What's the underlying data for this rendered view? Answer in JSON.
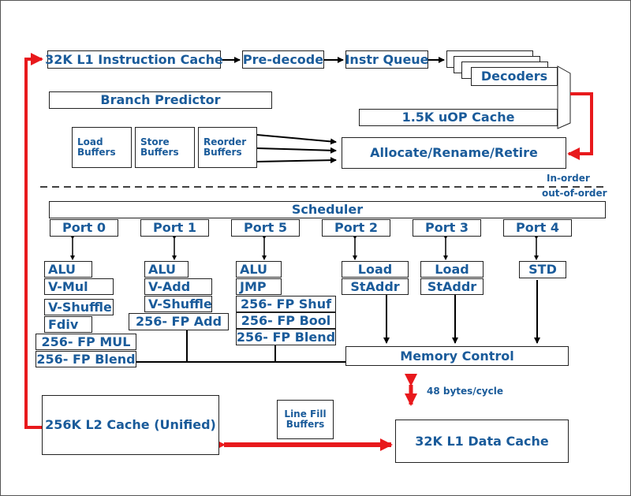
{
  "frontend": {
    "l1i": "32K L1 Instruction Cache",
    "predecode": "Pre-decode",
    "instr_queue": "Instr Queue",
    "decoders": "Decoders",
    "branch_predictor": "Branch Predictor",
    "uop_cache": "1.5K uOP Cache",
    "load_buffers": "Load Buffers",
    "store_buffers": "Store Buffers",
    "reorder_buffers": "Reorder Buffers",
    "allocate": "Allocate/Rename/Retire",
    "in_order": "In-order",
    "out_of_order": "out-of-order"
  },
  "scheduler": "Scheduler",
  "ports": [
    "Port 0",
    "Port 1",
    "Port 5",
    "Port 2",
    "Port 3",
    "Port 4"
  ],
  "units": {
    "port0": [
      "ALU",
      "V-Mul",
      "V-Shuffle",
      "Fdiv",
      "256- FP MUL",
      "256- FP Blend"
    ],
    "port1": [
      "ALU",
      "V-Add",
      "V-Shuffle",
      "256- FP Add"
    ],
    "port5": [
      "ALU",
      "JMP",
      "256- FP Shuf",
      "256- FP Bool",
      "256- FP Blend"
    ],
    "port2": [
      "Load",
      "StAddr"
    ],
    "port3": [
      "Load",
      "StAddr"
    ],
    "port4": [
      "STD"
    ]
  },
  "memory": {
    "memory_control": "Memory Control",
    "bandwidth": "48 bytes/cycle",
    "l2": "256K L2 Cache (Unified)",
    "line_fill": "Line Fill Buffers",
    "l1d": "32K L1 Data Cache"
  },
  "colors": {
    "text": "#1a5b9a",
    "arrow_red": "#e8191c",
    "line": "#000000"
  }
}
